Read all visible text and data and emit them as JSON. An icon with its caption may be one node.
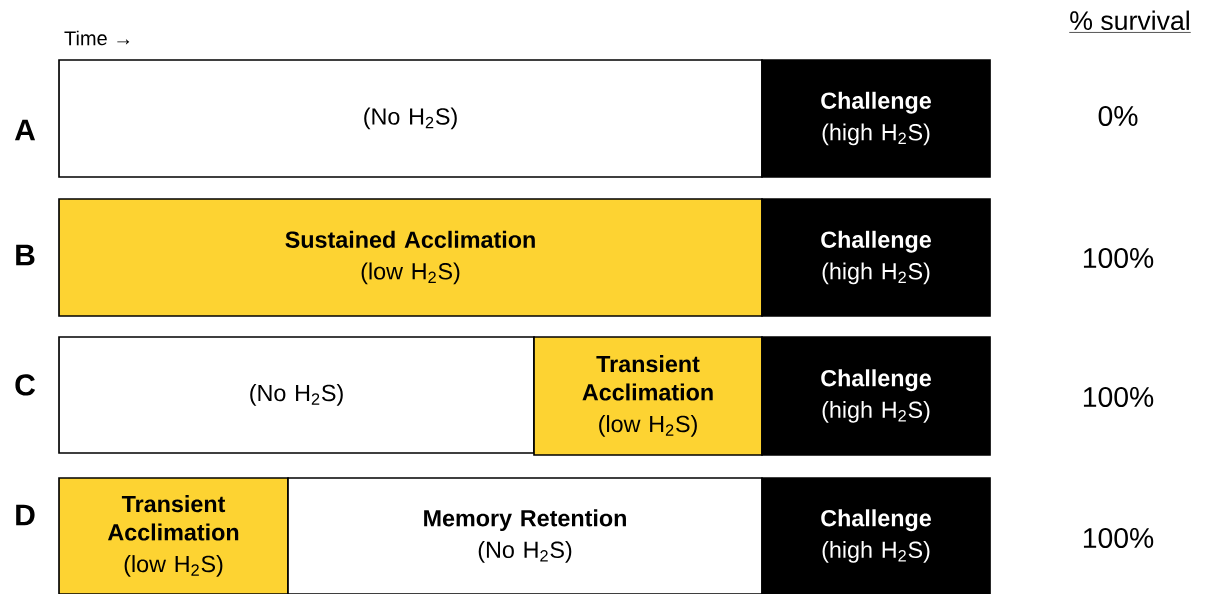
{
  "diagram": {
    "nodes": [
      {
        "text": [
          "(No H$_{2}$S)"
        ]
      },
      {
        "text": [
          "Challenge",
          "(high H$_{2}$S)"
        ]
      },
      {
        "text": [
          "Sustained Acclimation",
          "(low H$_{2}$S)"
        ]
      },
      {
        "text": [
          "Challenge",
          "(high H$_{2}$S)"
        ]
      },
      {
        "text": [
          "(No H$_{2}$S)"
        ]
      },
      {
        "text": [
          "Transient Acclimation",
          "(low H$_{2}$S)"
        ]
      },
      {
        "text": [
          "Challenge",
          "(high H$_{2}$S)"
        ]
      },
      {
        "text": [
          "Transient Acclimation",
          "(low H$_{2}$S)"
        ]
      },
      {
        "text": [
          "Memory Retention",
          "(No H$_{2}$S)"
        ]
      },
      {
        "text": [
          "Challenge",
          "(high H$_{2}$S)"
        ]
      }
    ],
    "edges": [],
    "labels": [
      "Time →",
      "% survival",
      "A",
      "0%",
      "B",
      "100%",
      "C",
      "100%",
      "D",
      "100%"
    ]
  }
}
